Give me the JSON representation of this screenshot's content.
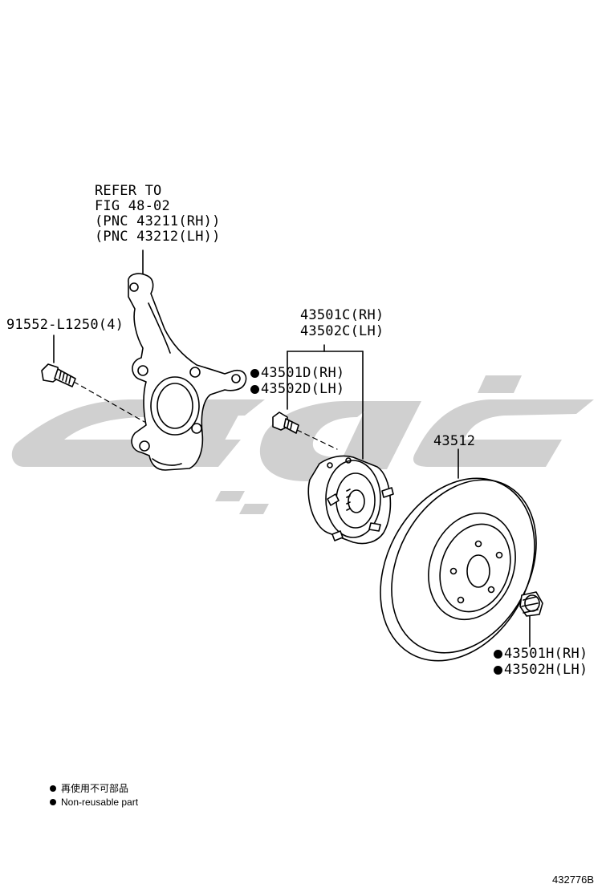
{
  "labels": {
    "refer_line1": "REFER TO",
    "refer_line2": "FIG 48-02",
    "refer_line3": "(PNC 43211(RH))",
    "refer_line4": "(PNC 43212(LH))",
    "bolt": "91552-L1250(4)",
    "hub_rh": "43501C(RH)",
    "hub_lh": "43502C(LH)",
    "stud_rh": "43501D(RH)",
    "stud_lh": "43502D(LH)",
    "disc": "43512",
    "nut_rh": "43501H(RH)",
    "nut_lh": "43502H(LH)"
  },
  "legend": {
    "jp": "再使用不可部品",
    "en": "Non-reusable part"
  },
  "figure_id": "432776B",
  "colors": {
    "line": "#000000",
    "watermark": "#d2d2d2",
    "background": "#ffffff"
  }
}
